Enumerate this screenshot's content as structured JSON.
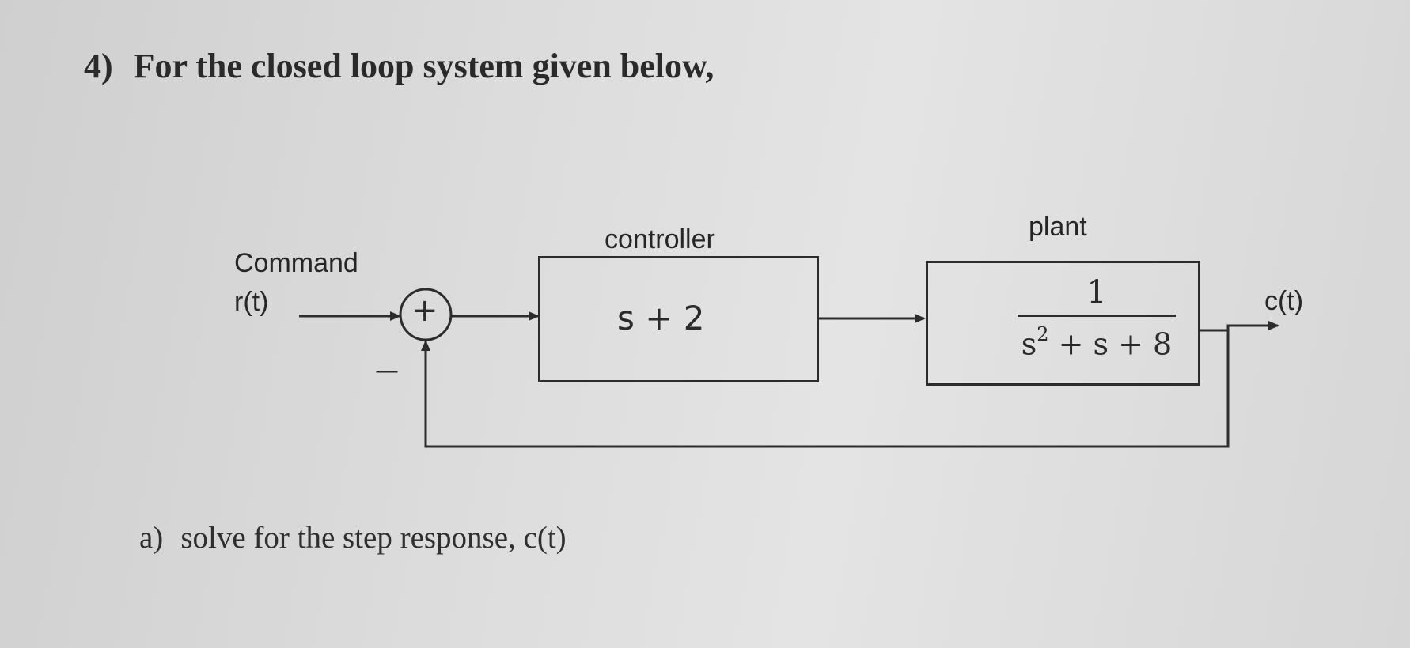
{
  "question": {
    "number": "4)",
    "prompt": "For the closed loop system given below,"
  },
  "diagram": {
    "input_label_line1": "Command",
    "input_label_line2": "r(t)",
    "summing_junction_sign_top": "+",
    "summing_junction_sign_feedback": "—",
    "controller": {
      "label": "controller",
      "transfer_function": "s + 2"
    },
    "plant": {
      "label": "plant",
      "numerator": "1",
      "denominator_base": "s",
      "denominator_exponent": "2",
      "denominator_rest": " + s + 8"
    },
    "output_label": "c(t)"
  },
  "part_a": {
    "label": "a)",
    "text": "solve for the step response, c(t)"
  }
}
